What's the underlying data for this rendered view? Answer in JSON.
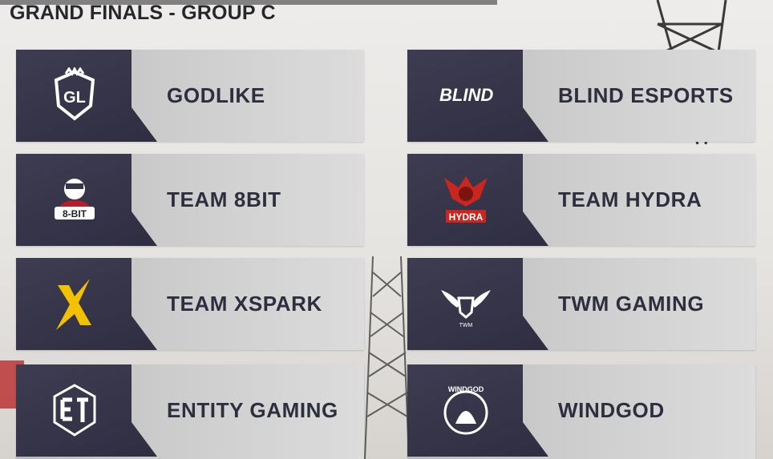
{
  "page": {
    "title": "GRAND FINALS - GROUP C"
  },
  "teams": [
    {
      "name": "GODLIKE",
      "logo_text": "GL",
      "icon": "godlike-logo-icon"
    },
    {
      "name": "BLIND ESPORTS",
      "logo_text": "BLIND",
      "icon": "blind-logo-icon"
    },
    {
      "name": "TEAM 8BIT",
      "logo_text": "8-BIT",
      "icon": "8bit-logo-icon"
    },
    {
      "name": "TEAM HYDRA",
      "logo_text": "HYDRA",
      "icon": "hydra-logo-icon"
    },
    {
      "name": "TEAM XSPARK",
      "logo_text": "X",
      "icon": "xspark-logo-icon"
    },
    {
      "name": "TWM GAMING",
      "logo_text": "TWM",
      "icon": "twm-logo-icon"
    },
    {
      "name": "ENTITY GAMING",
      "logo_text": "ET",
      "icon": "entity-logo-icon"
    },
    {
      "name": "WINDGOD",
      "logo_text": "WINDGOD",
      "icon": "windgod-logo-icon"
    }
  ],
  "colors": {
    "panel_dark": "#36344a",
    "card_light": "#d0d0d0",
    "team_name_text": "#2d2f3f",
    "xspark_gold": "#f2c200",
    "hydra_red": "#c8261e"
  }
}
